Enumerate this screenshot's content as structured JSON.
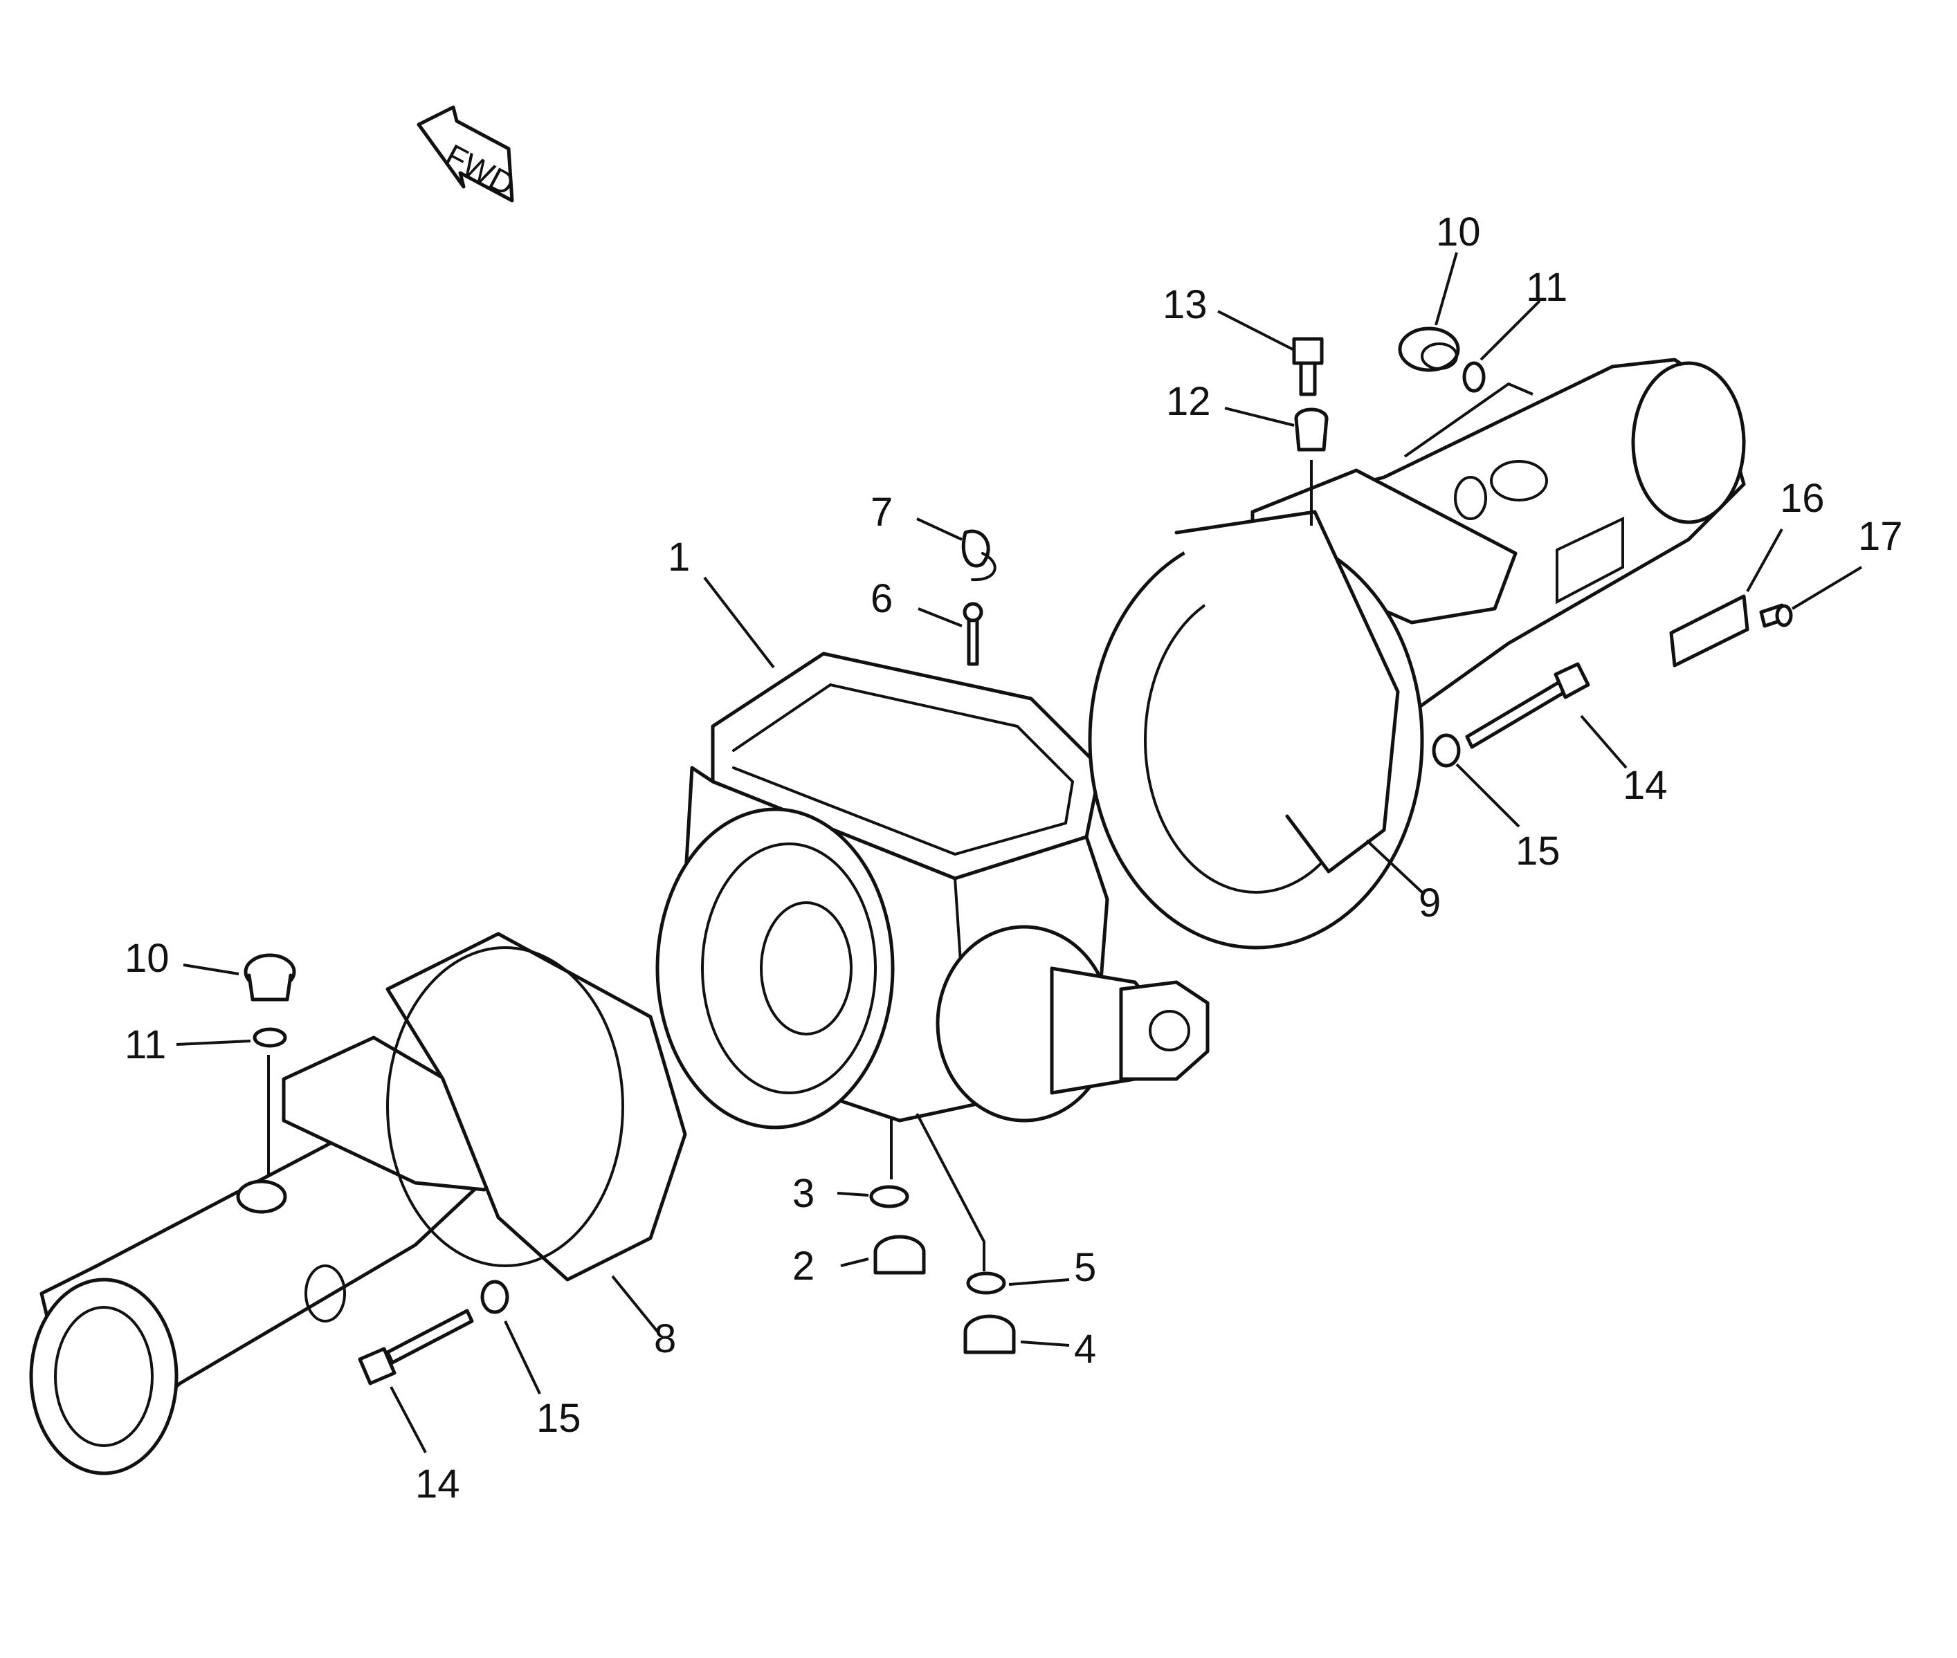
{
  "diagram": {
    "direction_label": "FWD",
    "callouts": [
      {
        "id": "c1",
        "label": "1"
      },
      {
        "id": "c2",
        "label": "2"
      },
      {
        "id": "c3",
        "label": "3"
      },
      {
        "id": "c4",
        "label": "4"
      },
      {
        "id": "c5",
        "label": "5"
      },
      {
        "id": "c6",
        "label": "6"
      },
      {
        "id": "c7",
        "label": "7"
      },
      {
        "id": "c8",
        "label": "8"
      },
      {
        "id": "c9",
        "label": "9"
      },
      {
        "id": "c10a",
        "label": "10"
      },
      {
        "id": "c11a",
        "label": "11"
      },
      {
        "id": "c12",
        "label": "12"
      },
      {
        "id": "c13",
        "label": "13"
      },
      {
        "id": "c14a",
        "label": "14"
      },
      {
        "id": "c15a",
        "label": "15"
      },
      {
        "id": "c16",
        "label": "16"
      },
      {
        "id": "c17",
        "label": "17"
      },
      {
        "id": "c10b",
        "label": "10"
      },
      {
        "id": "c11b",
        "label": "11"
      },
      {
        "id": "c14b",
        "label": "14"
      },
      {
        "id": "c15b",
        "label": "15"
      }
    ]
  }
}
